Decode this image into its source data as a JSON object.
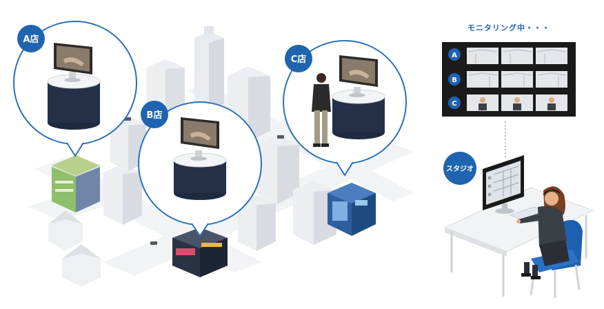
{
  "stores": {
    "a": {
      "label": "A店"
    },
    "b": {
      "label": "B店"
    },
    "c": {
      "label": "C店"
    }
  },
  "monitor_wall": {
    "title": "モニタリング中・・・",
    "rows": [
      "A",
      "B",
      "C"
    ]
  },
  "studio": {
    "label": "スタジオ"
  },
  "colors": {
    "accent": "#1e64b0",
    "bubble_stroke": "#2a6fb6",
    "counter_dark": "#233048",
    "city_light": "#eef0f3",
    "city_shade": "#dde1e6",
    "monitor_black": "#1a1a1a"
  }
}
